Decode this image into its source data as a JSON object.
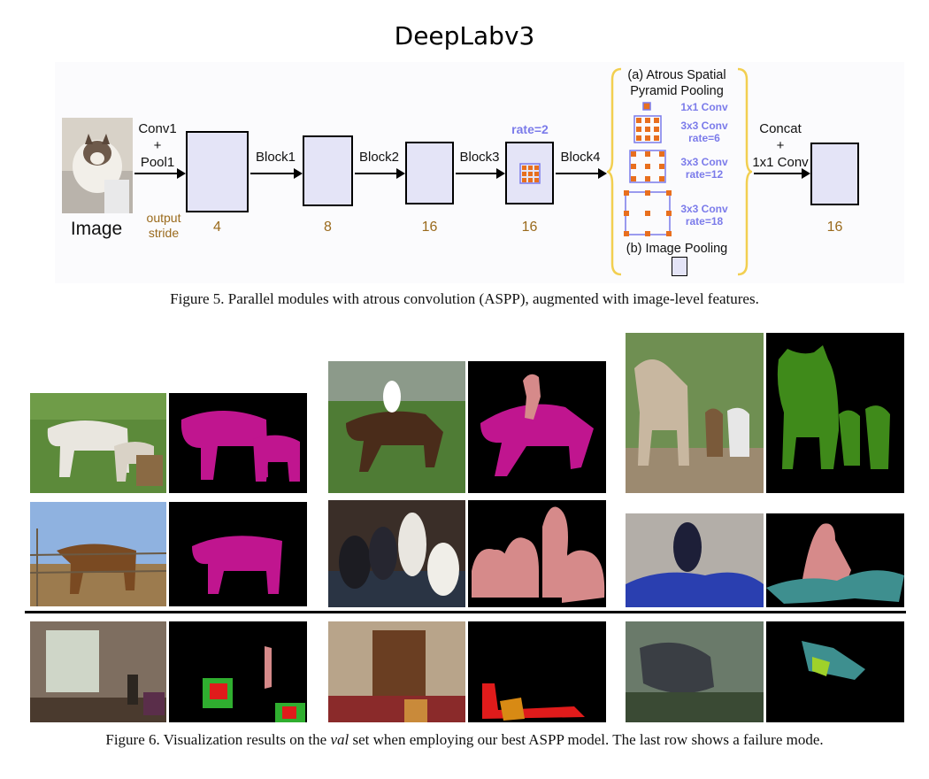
{
  "title": "DeepLabv3",
  "diagram": {
    "input_label": "Image",
    "conv1_label": "Conv1\n+\nPool1",
    "output_stride_label": "output\nstride",
    "blocks": [
      "Block1",
      "Block2",
      "Block3",
      "Block4"
    ],
    "strides": [
      "4",
      "8",
      "16",
      "16",
      "16"
    ],
    "rate_label": "rate=2",
    "aspp_title": "(a) Atrous Spatial\nPyramid Pooling",
    "aspp_convs": [
      "1x1 Conv",
      "3x3 Conv\nrate=6",
      "3x3 Conv\nrate=12",
      "3x3 Conv\nrate=18"
    ],
    "image_pooling_label": "(b) Image Pooling",
    "concat_label": "Concat\n+\n1x1 Conv"
  },
  "figure5_caption": "Figure 5. Parallel modules with atrous convolution (ASPP), augmented with image-level features.",
  "figure6_caption": {
    "before": "Figure 6. Visualization results on the ",
    "italic": "val",
    "after": " set when employing our best ASPP model. The last row shows a failure mode."
  },
  "colors": {
    "block_fill": "#e4e4f7",
    "stride_text": "#9a6a1c",
    "aspp_label": "#7b7bea",
    "brace": "#f2cf50",
    "kernel_dot": "#e86f1e",
    "horse_mask": "#c0158f",
    "person_mask": "#d68a8a",
    "cow_mask": "#3f8a1a",
    "motorbike_mask": "#3e8f8f"
  }
}
